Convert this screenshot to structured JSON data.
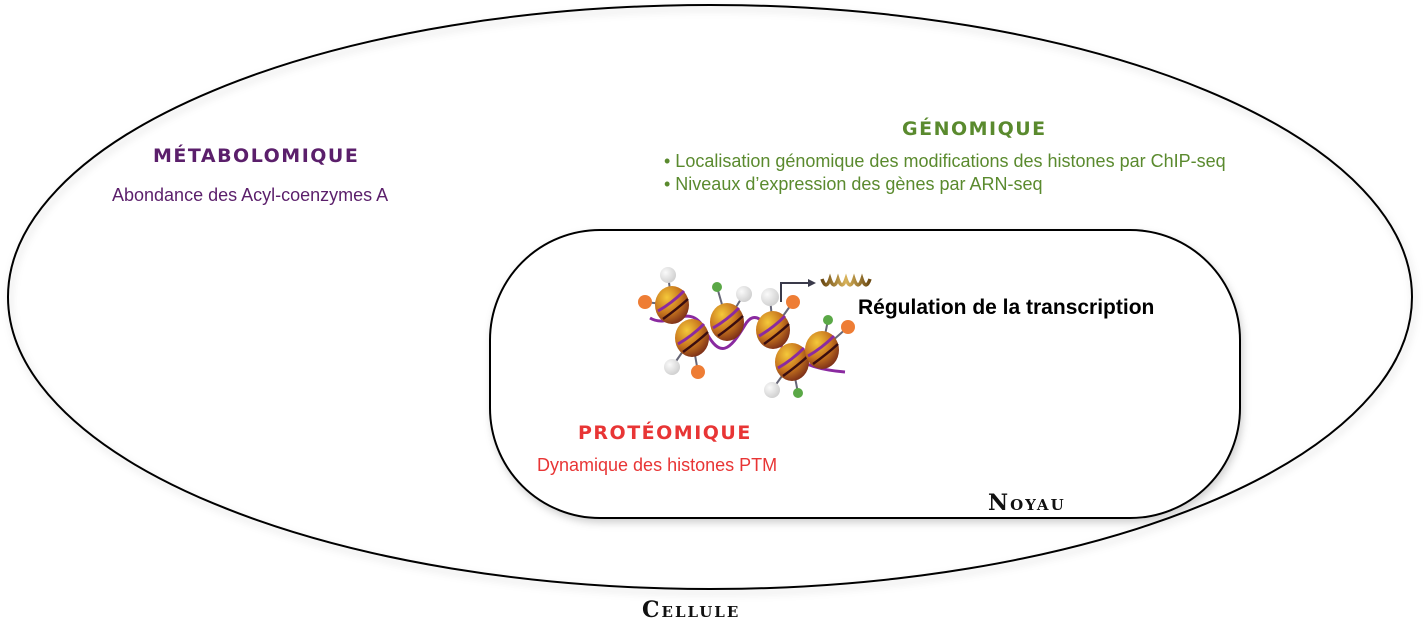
{
  "colors": {
    "metabolomique": "#5b1f6b",
    "genomique": "#5a8a2e",
    "proteomique": "#e83535",
    "outline": "#000000",
    "nucleosome_gold": "#d9a21c",
    "nucleosome_dark": "#8a3b1a",
    "dna_purple": "#8a2aa0",
    "mark_orange": "#ee7d35",
    "mark_green": "#5aa846",
    "mark_white": "#e4e4e4"
  },
  "cell": {
    "label": "Cellule"
  },
  "nucleus": {
    "label": "Noyau"
  },
  "metabolomique": {
    "title": "MÉTABOLOMIQUE",
    "text": "Abondance des Acyl-coenzymes A"
  },
  "genomique": {
    "title": "GÉNOMIQUE",
    "items": [
      "• Localisation génomique des modifications des histones par ChIP-seq",
      "• Niveaux d’expression des gènes par ARN-seq"
    ]
  },
  "proteomique": {
    "title": "PROTÉOMIQUE",
    "text": "Dynamique des histones PTM"
  },
  "transcription": {
    "label": "Régulation de la transcription"
  },
  "chromatin_illustration": {
    "description": "Nucléosomes avec modifications post-traductionnelles des histones",
    "nucleosome_count": 6
  }
}
